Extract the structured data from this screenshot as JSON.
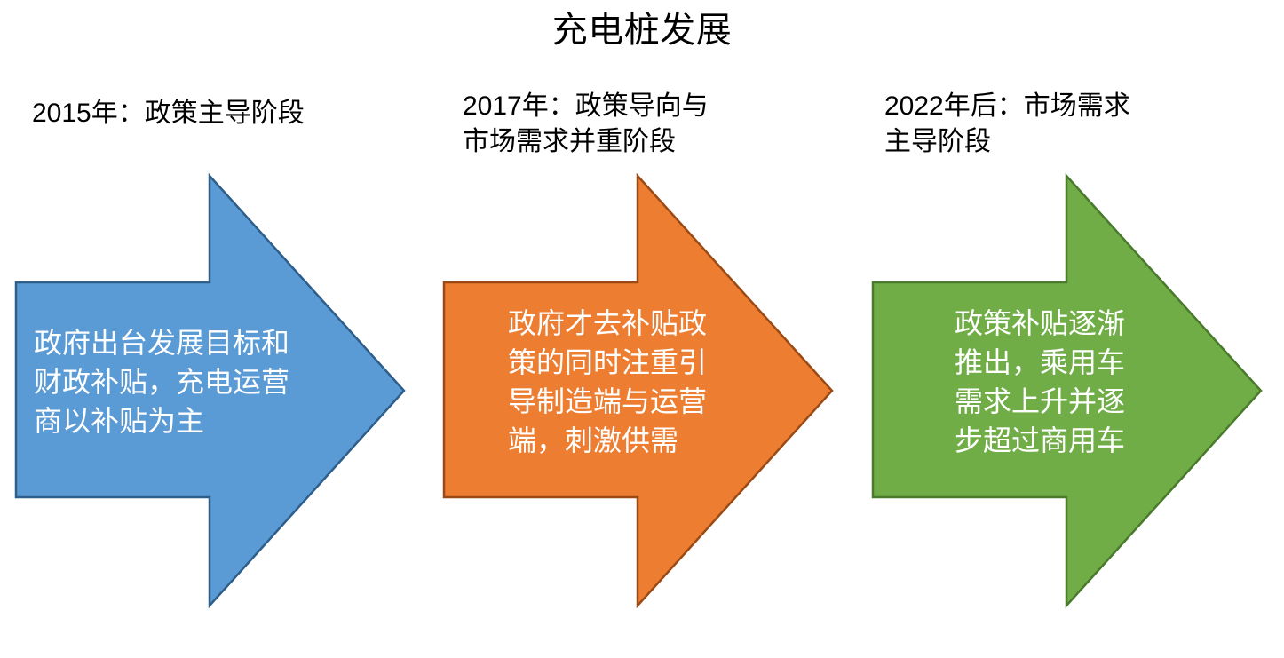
{
  "slide": {
    "title": "充电桩发展",
    "background_color": "#FFFFFF",
    "text_color": "#000000"
  },
  "stages": [
    {
      "id": "stage-2015",
      "header": "2015年：政策主导阶段",
      "body": "政府出台发展目标和\n财政补贴，充电运营\n商以补贴为主",
      "fill_color": "#5B9BD5",
      "stroke_color": "#2E5E8A",
      "body_text_color": "#FFFFFF"
    },
    {
      "id": "stage-2017",
      "header": "2017年：政策导向与\n市场需求并重阶段",
      "body": "政府才去补贴政\n策的同时注重引\n导制造端与运营\n端，刺激供需",
      "fill_color": "#ED7D31",
      "stroke_color": "#9C4A14",
      "body_text_color": "#FFFFFF"
    },
    {
      "id": "stage-2022",
      "header": "2022年后：市场需求\n主导阶段",
      "body": "政策补贴逐渐\n推出，乘用车\n需求上升并逐\n步超过商用车",
      "fill_color": "#70AD47",
      "stroke_color": "#4A7A2C",
      "body_text_color": "#FFFFFF"
    }
  ]
}
